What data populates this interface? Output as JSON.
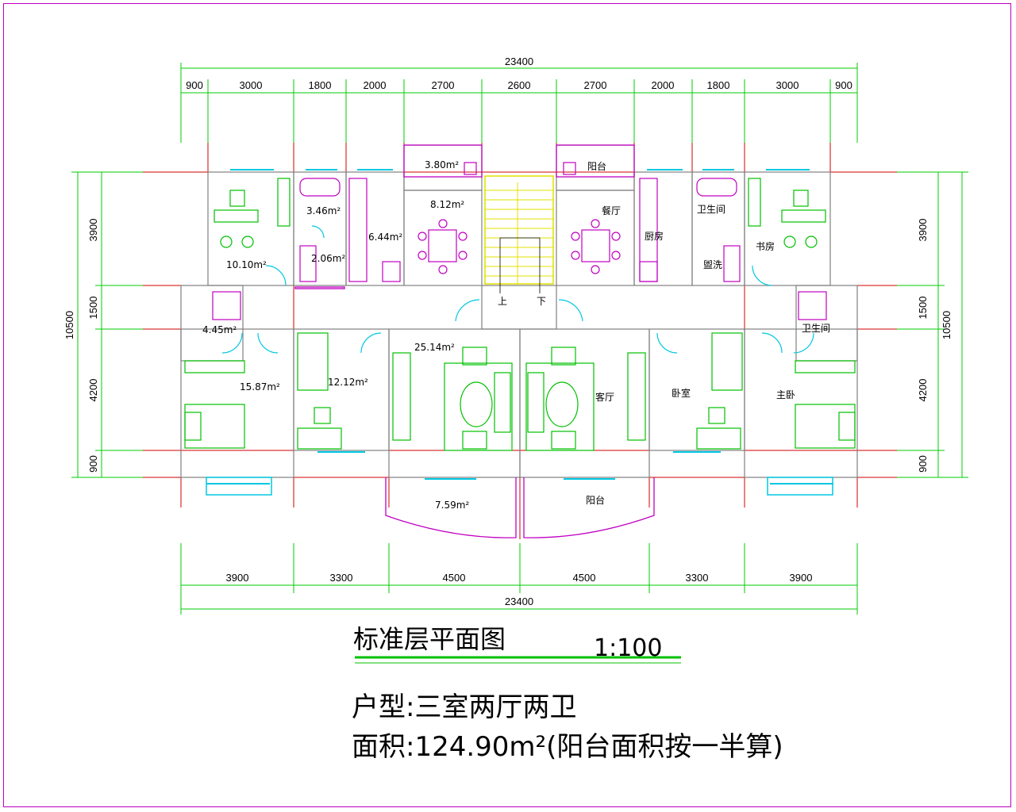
{
  "plan": {
    "top_total": "23400",
    "top_dims": [
      "900",
      "3000",
      "1800",
      "2000",
      "2700",
      "2600",
      "2700",
      "2000",
      "1800",
      "3000",
      "900"
    ],
    "bottom_dims": [
      "3900",
      "3300",
      "4500",
      "4500",
      "3300",
      "3900"
    ],
    "bottom_total": "23400",
    "left_dims": [
      "3900",
      "1500",
      "4200",
      "900"
    ],
    "left_total": "10500",
    "right_dims": [
      "3900",
      "1500",
      "4200",
      "900"
    ],
    "right_total": "10500",
    "areas": {
      "balcony_top": "3.80m²",
      "bath_top": "3.46m²",
      "wc_small": "2.06m²",
      "kitchen_left": "6.44m²",
      "dining_left": "8.12m²",
      "study_left": "10.10m²",
      "bath_left": "4.45m²",
      "master_left": "15.87m²",
      "bed_left": "12.12m²",
      "living_left": "25.14m²",
      "balcony_bottom": "7.59m²"
    },
    "rooms": {
      "balcony": "阳台",
      "dining": "餐厅",
      "kitchen": "厨房",
      "bathroom": "卫生间",
      "study": "书房",
      "washroom": "盥洗",
      "up": "上",
      "down": "下",
      "bathroom_right": "卫生间",
      "living": "客厅",
      "bedroom": "卧室",
      "master": "主卧",
      "balcony_bottom": "阳台"
    }
  },
  "title": {
    "name": "标准层平面图",
    "scale": "1:100",
    "type_line": "户型:三室两厅两卫",
    "area_line": "面积:124.90m²(阳台面积按一半算)"
  }
}
